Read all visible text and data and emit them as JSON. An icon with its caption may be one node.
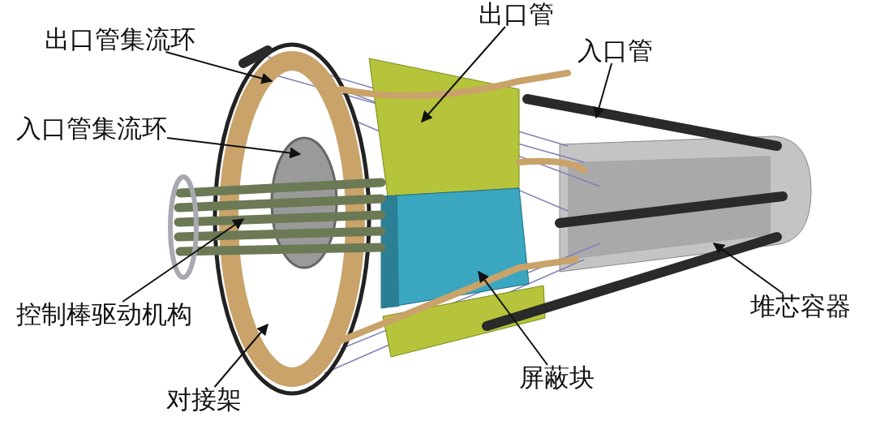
{
  "diagram": {
    "nodes": [
      {
        "text": [
          "出口管集流环"
        ]
      },
      {
        "text": [
          "入口管集流环"
        ]
      },
      {
        "text": [
          "出口管"
        ]
      },
      {
        "text": [
          "入口管"
        ]
      },
      {
        "text": [
          "控制棒驱动机构"
        ]
      },
      {
        "text": [
          "对接架"
        ]
      },
      {
        "text": [
          "屏蔽块"
        ]
      },
      {
        "text": [
          "堆芯容器"
        ]
      }
    ],
    "edges": [
      {
        "from": 0,
        "to": null,
        "arrow": "to"
      },
      {
        "from": 1,
        "to": null,
        "arrow": "to"
      },
      {
        "from": 2,
        "to": null,
        "arrow": "to"
      },
      {
        "from": 3,
        "to": null,
        "arrow": "to"
      },
      {
        "from": 4,
        "to": null,
        "arrow": "to"
      },
      {
        "from": 5,
        "to": null,
        "arrow": "to"
      },
      {
        "from": 6,
        "to": null,
        "arrow": "to"
      },
      {
        "from": 7,
        "to": null,
        "arrow": "to"
      }
    ]
  }
}
